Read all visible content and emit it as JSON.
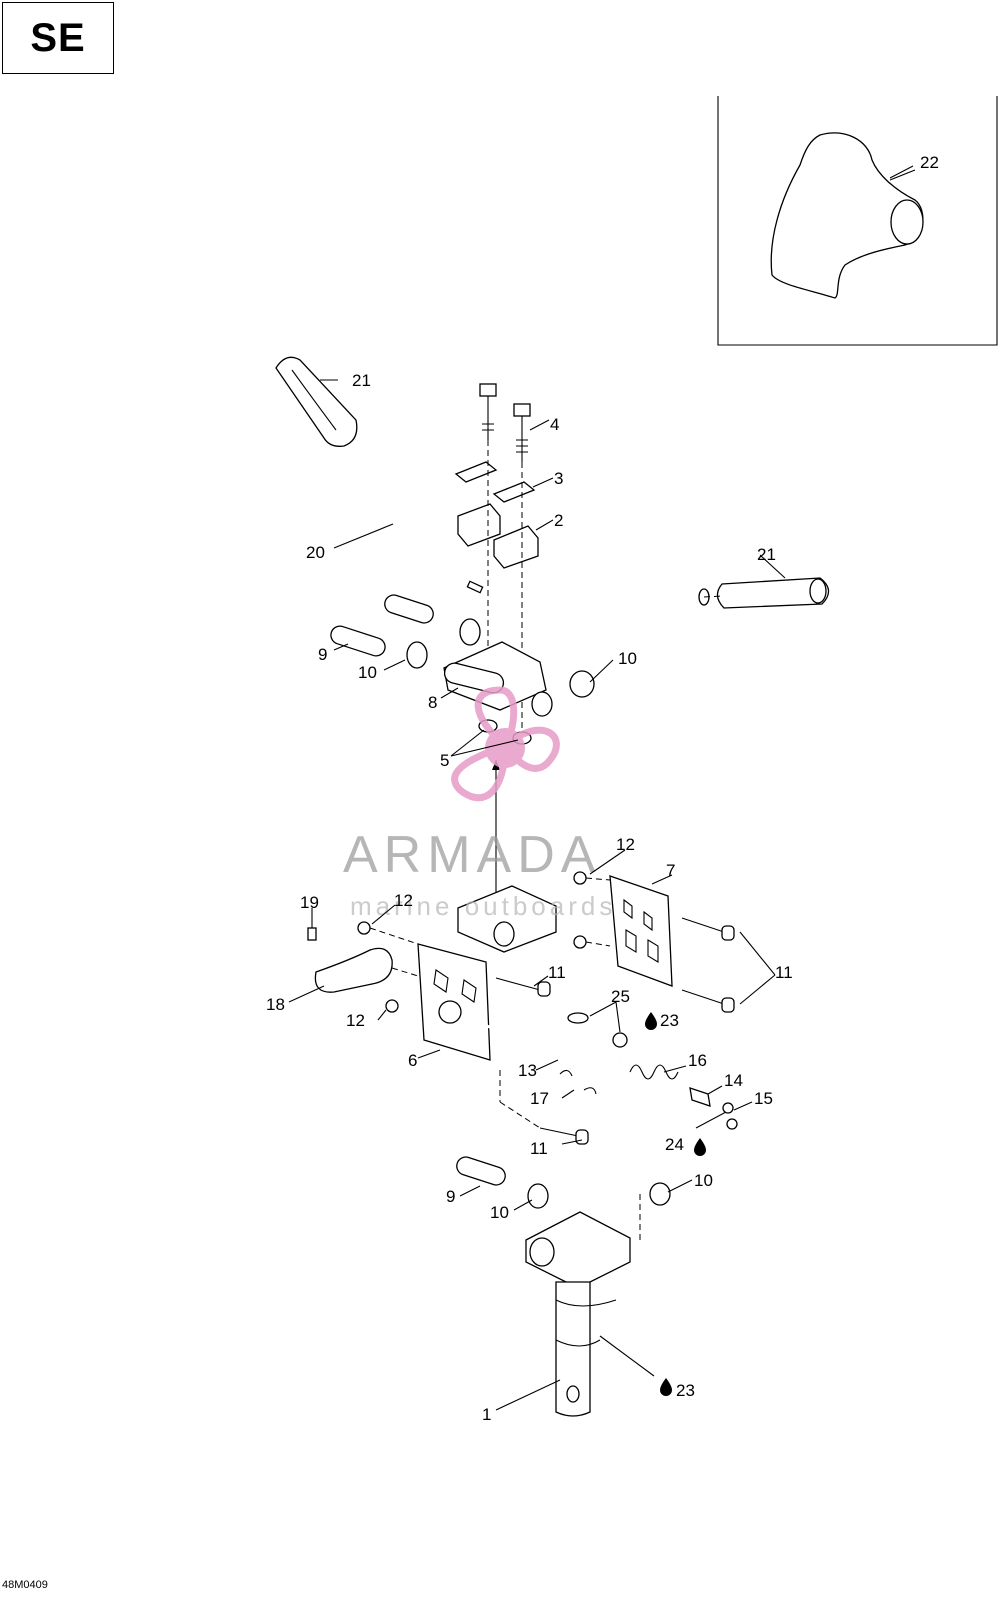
{
  "badge": {
    "text": "SE"
  },
  "reference_code": "48M0409",
  "watermark": {
    "title": "ARMADA",
    "subtitle": "marine outboards",
    "color": "#e79bc7"
  },
  "callouts": [
    {
      "id": "c21a",
      "text": "21"
    },
    {
      "id": "c22",
      "text": "22"
    },
    {
      "id": "c4",
      "text": "4"
    },
    {
      "id": "c3",
      "text": "3"
    },
    {
      "id": "c2",
      "text": "2"
    },
    {
      "id": "c20",
      "text": "20"
    },
    {
      "id": "c21b",
      "text": "21"
    },
    {
      "id": "c9a",
      "text": "9"
    },
    {
      "id": "c10a",
      "text": "10"
    },
    {
      "id": "c10b",
      "text": "10"
    },
    {
      "id": "c8",
      "text": "8"
    },
    {
      "id": "c5",
      "text": "5"
    },
    {
      "id": "c12a",
      "text": "12"
    },
    {
      "id": "c7",
      "text": "7"
    },
    {
      "id": "c19",
      "text": "19"
    },
    {
      "id": "c12b",
      "text": "12"
    },
    {
      "id": "c11a",
      "text": "11"
    },
    {
      "id": "c11b",
      "text": "11"
    },
    {
      "id": "c18",
      "text": "18"
    },
    {
      "id": "c25",
      "text": "25"
    },
    {
      "id": "c23a",
      "text": "23"
    },
    {
      "id": "c12c",
      "text": "12"
    },
    {
      "id": "c6",
      "text": "6"
    },
    {
      "id": "c13",
      "text": "13"
    },
    {
      "id": "c16",
      "text": "16"
    },
    {
      "id": "c14",
      "text": "14"
    },
    {
      "id": "c17",
      "text": "17"
    },
    {
      "id": "c15",
      "text": "15"
    },
    {
      "id": "c11c",
      "text": "11"
    },
    {
      "id": "c24",
      "text": "24"
    },
    {
      "id": "c9b",
      "text": "9"
    },
    {
      "id": "c10c",
      "text": "10"
    },
    {
      "id": "c10d",
      "text": "10"
    },
    {
      "id": "c23b",
      "text": "23"
    },
    {
      "id": "c1",
      "text": "1"
    }
  ]
}
